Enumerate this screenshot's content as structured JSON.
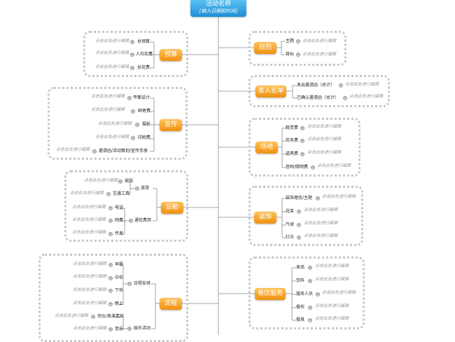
{
  "root": {
    "title": "活动名称",
    "subtitle": "[输入日期和时间]"
  },
  "placeholder": "点击此处进行编辑",
  "right": {
    "purpose": {
      "label": "目的",
      "items": [
        "主题",
        "目标"
      ]
    },
    "guests": {
      "label": "客人名单",
      "items": [
        "发出邀请函（总计）",
        "已确认邀请函（总计）"
      ]
    },
    "venue": {
      "label": "场地",
      "items": [
        "租赁费",
        "劳务费",
        "道具费",
        "音响/照明费"
      ]
    },
    "decor": {
      "label": "装饰",
      "items": [
        "装饰理念/主题",
        "花束",
        "气球",
        "灯光"
      ]
    },
    "catering": {
      "label": "餐饮服务",
      "items": [
        "食品",
        "饮料",
        "服务人员",
        "餐布",
        "餐具"
      ]
    }
  },
  "left": {
    "budget": {
      "label": "预算",
      "items": [
        "总预算",
        "人均花费",
        "总花费"
      ]
    },
    "promo": {
      "label": "宣传",
      "items": [
        "平面设计",
        "邮寄费",
        "摄影",
        "印刷费",
        "邀请函/活动策划/宣传手册"
      ]
    },
    "logistics": {
      "label": "后勤",
      "sub1": "旅游",
      "sub1_items": [
        "宾馆",
        "交通工具"
      ],
      "sub2": "通信费用",
      "sub2_items": [
        "电话",
        "网费",
        "传真"
      ]
    },
    "process": {
      "label": "流程",
      "sub1": "日程安排",
      "sub1_items": [
        "早餐",
        "中午",
        "下午",
        "晚上"
      ],
      "sub2": "娱乐活动",
      "sub2_items": [
        "司仪/表演嘉宾",
        "音乐"
      ]
    }
  }
}
